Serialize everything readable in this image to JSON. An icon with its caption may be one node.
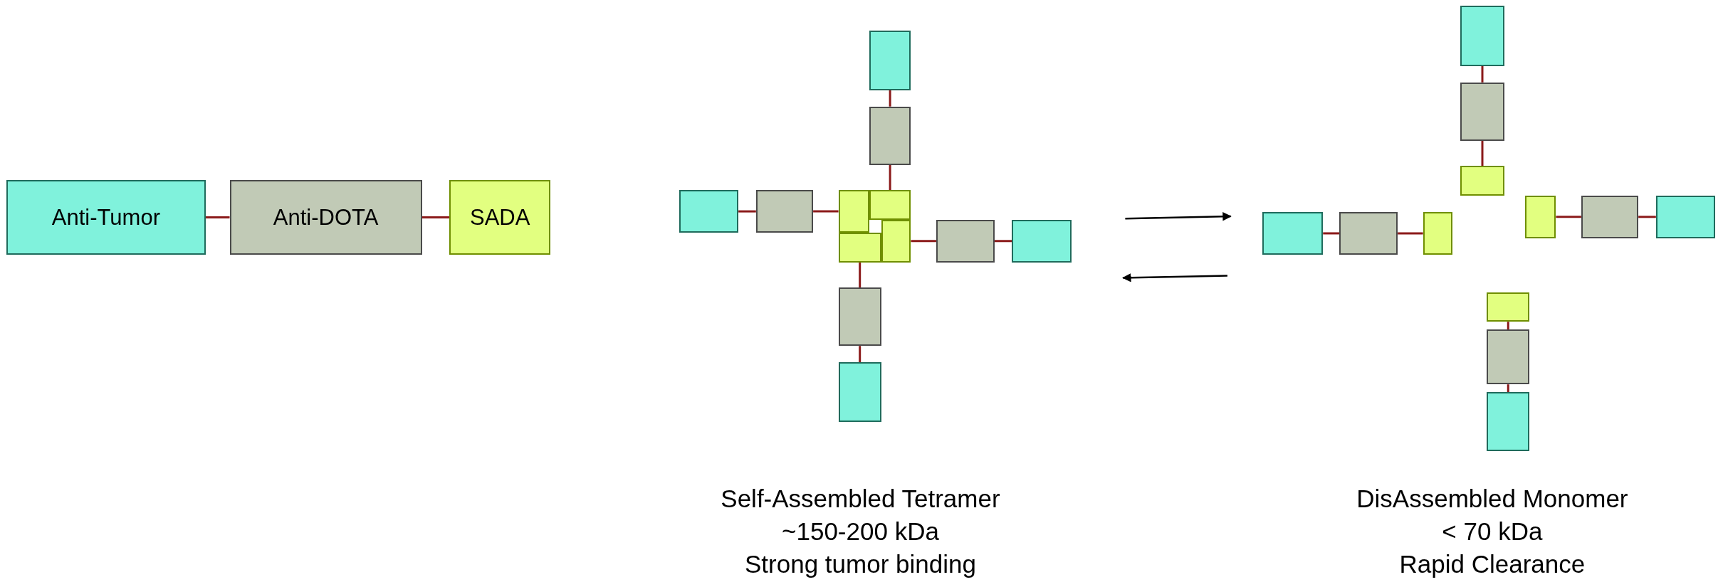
{
  "diagram": {
    "nodes": [
      {
        "text": [
          "Anti-Tumor"
        ]
      },
      {
        "text": [
          "Anti-DOTA"
        ]
      },
      {
        "text": [
          "SADA"
        ]
      },
      {
        "text": [],
        "shape": "box"
      },
      {
        "text": [],
        "shape": "box"
      },
      {
        "text": [],
        "shape": "box"
      },
      {
        "text": [],
        "shape": "box"
      },
      {
        "text": [],
        "shape": "box"
      },
      {
        "text": [],
        "shape": "box"
      },
      {
        "text": [],
        "shape": "box"
      },
      {
        "text": [],
        "shape": "box"
      },
      {
        "text": [],
        "shape": "box"
      },
      {
        "text": [],
        "shape": "box"
      },
      {
        "text": [],
        "shape": "box"
      },
      {
        "text": [],
        "shape": "box"
      },
      {
        "text": [],
        "shape": "box"
      },
      {
        "text": [],
        "shape": "box"
      },
      {
        "text": [],
        "shape": "box"
      },
      {
        "text": [],
        "shape": "box"
      },
      {
        "text": [],
        "shape": "box"
      },
      {
        "text": [],
        "shape": "box"
      },
      {
        "text": [],
        "shape": "box"
      },
      {
        "text": [],
        "shape": "box"
      },
      {
        "text": [],
        "shape": "box"
      },
      {
        "text": [],
        "shape": "box"
      },
      {
        "text": [],
        "shape": "box"
      },
      {
        "text": [],
        "shape": "box"
      }
    ],
    "edges": [
      {
        "from": 0,
        "to": 1,
        "arrow": "none"
      },
      {
        "from": 1,
        "to": 2,
        "arrow": "none"
      },
      {
        "from": 3,
        "to": 4,
        "arrow": "none"
      },
      {
        "from": 4,
        "to": 8,
        "arrow": "none"
      },
      {
        "from": 5,
        "to": 6,
        "arrow": "none"
      },
      {
        "from": 6,
        "to": 7,
        "arrow": "none"
      },
      {
        "from": 9,
        "to": 10,
        "arrow": "none"
      },
      {
        "from": 10,
        "to": 11,
        "arrow": "none"
      },
      {
        "from": 12,
        "to": 13,
        "arrow": "none"
      },
      {
        "from": 13,
        "to": 14,
        "arrow": "none"
      },
      {
        "from": 15,
        "to": 16,
        "arrow": "none"
      },
      {
        "from": 16,
        "to": 17,
        "arrow": "none"
      },
      {
        "from": 18,
        "to": 19,
        "arrow": "none"
      },
      {
        "from": 19,
        "to": 20,
        "arrow": "none"
      },
      {
        "from": 21,
        "to": 22,
        "arrow": "none"
      },
      {
        "from": 22,
        "to": 23,
        "arrow": "none"
      },
      {
        "from": 24,
        "to": 25,
        "arrow": "none"
      },
      {
        "from": 25,
        "to": 26,
        "arrow": "none"
      }
    ],
    "labels": [
      "Self-Assembled Tetramer",
      "~150-200 kDa",
      "Strong tumor binding",
      "DisAssembled Monomer",
      "< 70 kDa",
      "Rapid Clearance"
    ]
  }
}
